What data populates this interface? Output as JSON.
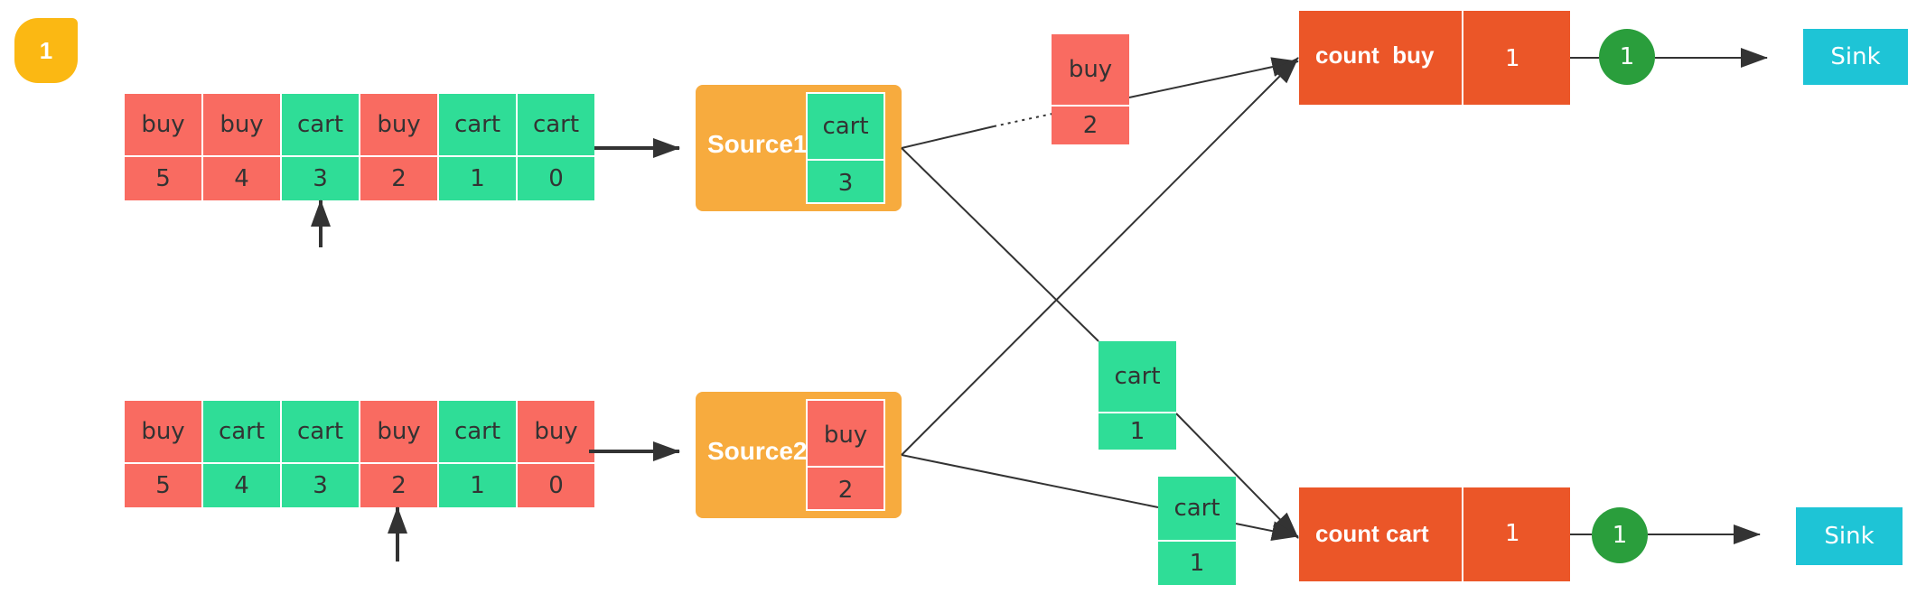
{
  "step_badge": "1",
  "stream1": {
    "events": [
      {
        "type": "buy",
        "id": "5"
      },
      {
        "type": "buy",
        "id": "4"
      },
      {
        "type": "cart",
        "id": "3"
      },
      {
        "type": "buy",
        "id": "2"
      },
      {
        "type": "cart",
        "id": "1"
      },
      {
        "type": "cart",
        "id": "0"
      }
    ]
  },
  "stream2": {
    "events": [
      {
        "type": "buy",
        "id": "5"
      },
      {
        "type": "cart",
        "id": "4"
      },
      {
        "type": "cart",
        "id": "3"
      },
      {
        "type": "buy",
        "id": "2"
      },
      {
        "type": "cart",
        "id": "1"
      },
      {
        "type": "buy",
        "id": "0"
      }
    ]
  },
  "source1": {
    "label": "Source1",
    "event_type": "cart",
    "event_id": "3"
  },
  "source2": {
    "label": "Source2",
    "event_type": "buy",
    "event_id": "2"
  },
  "in_flight": {
    "buy": {
      "type": "buy",
      "id": "2"
    },
    "cart_mid": {
      "type": "cart",
      "id": "1"
    },
    "cart_low": {
      "type": "cart",
      "id": "1"
    }
  },
  "count_buy": {
    "label": "count  buy",
    "value": "1",
    "emitted": "1",
    "sink": "Sink"
  },
  "count_cart": {
    "label": "count cart",
    "value": "1",
    "emitted": "1",
    "sink": "Sink"
  },
  "colors": {
    "buy": "#f96b61",
    "cart": "#2fdd97",
    "source": "#f7ab3e",
    "count": "#eb5628",
    "circle": "#2a9e3c",
    "sink": "#1ec4d6",
    "badge": "#fbb813"
  }
}
